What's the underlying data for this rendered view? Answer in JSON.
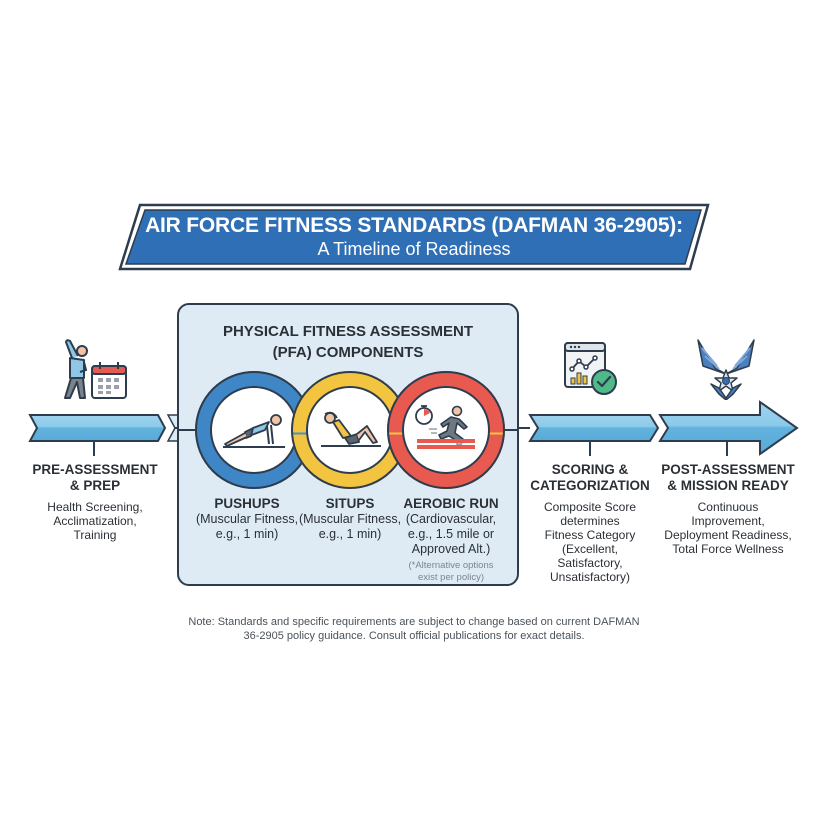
{
  "banner": {
    "title": "AIR FORCE FITNESS STANDARDS (DAFMAN 36-2905):",
    "subtitle": "A Timeline of Readiness",
    "fill_color": "#2f6fb5",
    "border_color": "#2e3d4d"
  },
  "pfa_panel": {
    "title_line1": "PHYSICAL FITNESS ASSESSMENT",
    "title_line2": "(PFA) COMPONENTS",
    "components": [
      {
        "title": "PUSHUPS",
        "desc_line1": "(Muscular Fitness,",
        "desc_line2": "e.g., 1 min)",
        "ring_color": "#3f86c6",
        "icon": "pushup-icon"
      },
      {
        "title": "SITUPS",
        "desc_line1": "(Muscular Fitness,",
        "desc_line2": "e.g., 1 min)",
        "ring_color": "#f2c440",
        "icon": "situp-icon"
      },
      {
        "title": "AEROBIC RUN",
        "desc_line1": "(Cardiovascular,",
        "desc_line2": "e.g., 1.5 mile or",
        "desc_line3": "Approved Alt.)",
        "note_line1": "(*Alternative options",
        "note_line2": "exist per policy)",
        "ring_color": "#e85a50",
        "icon": "runner-stopwatch-icon"
      }
    ]
  },
  "timeline": {
    "arrow_color": "#6cb7e0",
    "stages": [
      {
        "label_line1": "PRE-ASSESSMENT",
        "label_line2": "& PREP",
        "desc": [
          "Health Screening,",
          "Acclimatization,",
          "Training"
        ],
        "icon": "stretching-calendar-icon"
      },
      {
        "label_line1": "SCORING &",
        "label_line2": "CATEGORIZATION",
        "desc": [
          "Composite Score",
          "determines",
          "Fitness Category",
          "(Excellent,",
          "Satisfactory,",
          "Unsatisfactory)"
        ],
        "icon": "chart-checkmark-icon"
      },
      {
        "label_line1": "POST-ASSESSMENT",
        "label_line2": "& MISSION READY",
        "desc": [
          "Continuous",
          "Improvement,",
          "Deployment Readiness,",
          "Total Force Wellness"
        ],
        "icon": "air-force-wings-icon"
      }
    ]
  },
  "note": {
    "line1": "Note: Standards and specific requirements are subject to change based on current DAFMAN",
    "line2": "36-2905 policy guidance. Consult official publications for exact details."
  }
}
